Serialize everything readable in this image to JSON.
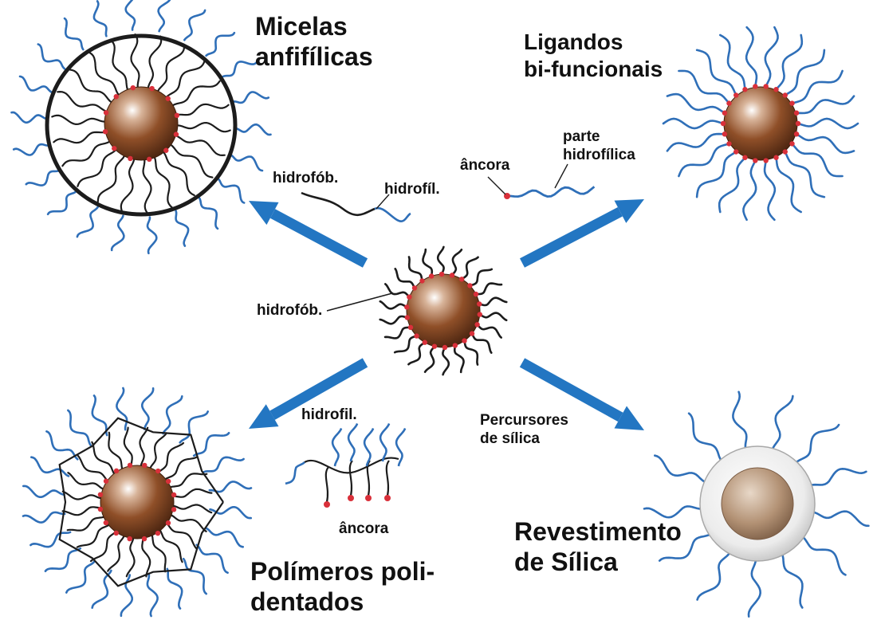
{
  "titles": {
    "micelas": "Micelas\nanfifílicas",
    "ligandos": "Ligandos\nbi-funcionais",
    "polimeros": "Polímeros poli-\ndentados",
    "revestimento": "Revestimento\nde Sílica"
  },
  "annotations": {
    "hidrofob_top": "hidrofób.",
    "hidrofil_top": "hidrofíl.",
    "ancora_top": "âncora",
    "parte_hidrofilica": "parte\nhidrofílica",
    "hidrofob_center": "hidrofób.",
    "hidrofil_bottom": "hidrofil.",
    "ancora_bottom": "âncora",
    "percursores": "Percursores\nde sílica"
  },
  "colors": {
    "hydrophilic_chain": "#2f6fb8",
    "hydrophobic_chain": "#1c1c1c",
    "anchor": "#d9303a",
    "arrow": "#2376c2",
    "core": "#7a3e1c",
    "shell": "#dcdcdc"
  }
}
